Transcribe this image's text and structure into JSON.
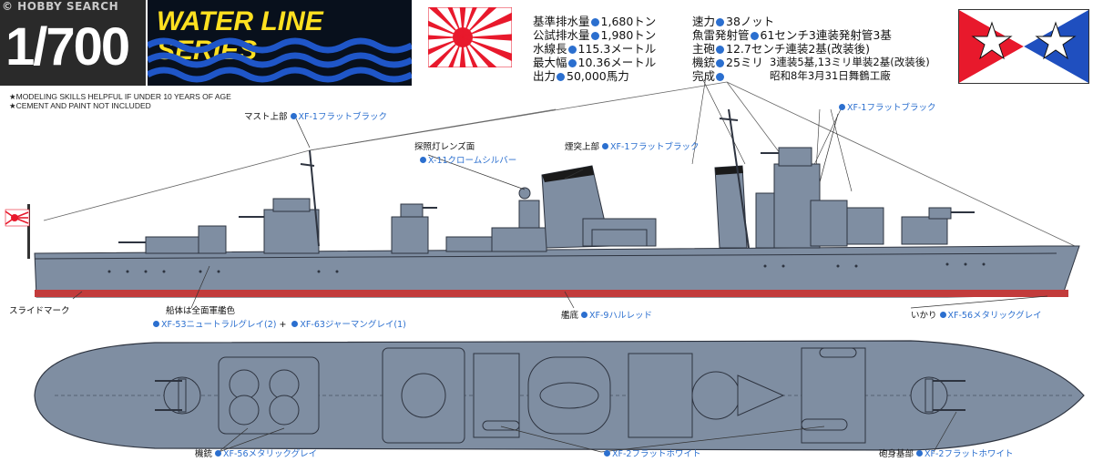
{
  "watermark": "© HOBBY SEARCH",
  "header": {
    "scale": "1/700",
    "series_title": "WATER LINE SERIES"
  },
  "notes": [
    "★MODELING SKILLS HELPFUL IF UNDER 10 YEARS OF AGE",
    "★CEMENT AND PAINT NOT INCLUDED"
  ],
  "specs_left": [
    {
      "label": "基準排水量",
      "value": "1,680トン"
    },
    {
      "label": "公試排水量",
      "value": "1,980トン"
    },
    {
      "label": "水線長",
      "value": "115.3メートル"
    },
    {
      "label": "最大幅",
      "value": "10.36メートル"
    },
    {
      "label": "出力",
      "value": "50,000馬力"
    }
  ],
  "specs_right": [
    {
      "label": "速力",
      "value": "38ノット"
    },
    {
      "label": "魚雷発射管",
      "value": "61センチ3連装発射管3基"
    },
    {
      "label": "主砲",
      "value": "12.7センチ連装2基(改装後)"
    },
    {
      "label": "機銃",
      "value": "25ミリ"
    },
    {
      "label": "完成",
      "value": ""
    }
  ],
  "specs_extra": [
    "3連装5基,13ミリ単装2基(改装後)",
    "昭和8年3月31日舞鶴工廠"
  ],
  "callouts": {
    "mast_top": {
      "part": "マスト上部",
      "paint": "XF-1フラットブラック"
    },
    "searchlight": {
      "part": "探照灯レンズ面",
      "paint": "X-11クロームシルバー"
    },
    "funnel_top": {
      "part": "煙突上部",
      "paint": "XF-1フラットブラック"
    },
    "rigging": {
      "part": "",
      "paint": "XF-1フラットブラック"
    },
    "slide_mark": {
      "part": "スライドマーク",
      "paint": ""
    },
    "hull": {
      "part": "船体は全面軍艦色",
      "paint1": "XF-53ニュートラルグレイ(2)",
      "plus": "+",
      "paint2": "XF-63ジャーマングレイ(1)"
    },
    "bottom": {
      "part": "艦底",
      "paint": "XF-9ハルレッド"
    },
    "anchor": {
      "part": "いかり",
      "paint": "XF-56メタリックグレイ"
    },
    "mg": {
      "part": "機銃",
      "paint": "XF-56メタリックグレイ"
    },
    "boats": {
      "part": "",
      "paint": "XF-2フラットホワイト"
    },
    "gun_base": {
      "part": "砲身基部",
      "paint": "XF-2フラットホワイト"
    }
  },
  "colors": {
    "hull_gray": "#7f8ea2",
    "hull_red": "#c23b3b",
    "paint_dot": "#2b6fcf",
    "series_yellow": "#ffe020",
    "flag_red": "#e8192c"
  }
}
